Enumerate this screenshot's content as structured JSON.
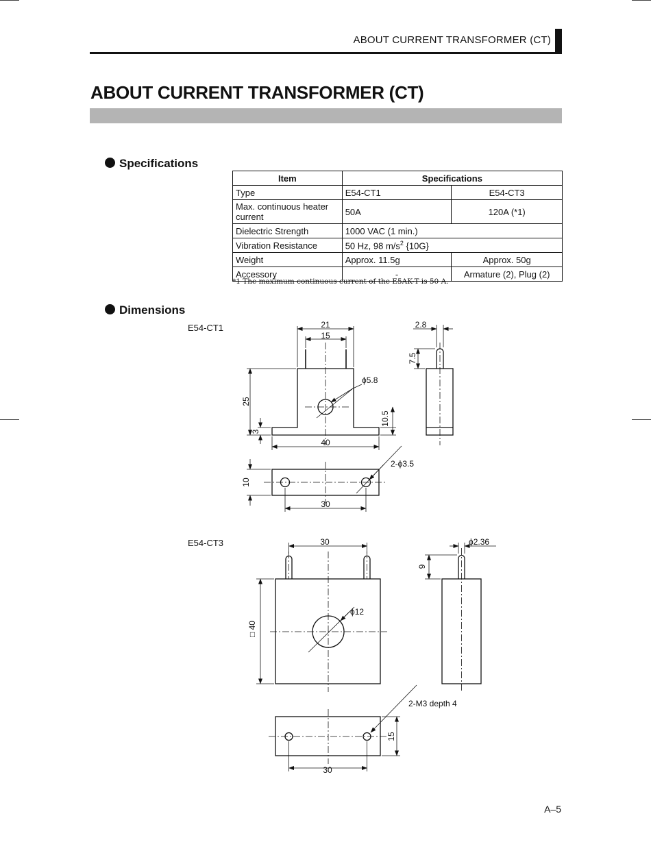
{
  "header": {
    "running_title": "ABOUT CURRENT TRANSFORMER (CT)"
  },
  "page_title": "ABOUT CURRENT TRANSFORMER (CT)",
  "specifications": {
    "heading": "Specifications",
    "col_item": "Item",
    "col_specs": "Specifications",
    "rows": {
      "type": {
        "item": "Type",
        "ct1": "E54-CT1",
        "ct3": "E54-CT3"
      },
      "current": {
        "item": "Max. continuous heater current",
        "ct1": "50A",
        "ct3": "120A (*1)"
      },
      "dielectric": {
        "item": "Dielectric Strength",
        "value": "1000 VAC (1 min.)"
      },
      "vibration": {
        "item": "Vibration Resistance",
        "value_pre": "50 Hz, 98 m/s",
        "value_sup": "2",
        "value_post": " {10G}"
      },
      "weight": {
        "item": "Weight",
        "ct1": "Approx. 11.5g",
        "ct3": "Approx. 50g"
      },
      "accessory": {
        "item": "Accessory",
        "ct1": "-",
        "ct3": "Armature (2), Plug (2)"
      }
    },
    "footnote": "*1 The maximum continuous current of the E5AK-T is 50 A."
  },
  "dimensions": {
    "heading": "Dimensions",
    "ct1": {
      "label": "E54-CT1",
      "d_21": "21",
      "d_15": "15",
      "d_phi58": "ϕ5.8",
      "d_25": "25",
      "d_3": "3",
      "d_105": "10.5",
      "d_40": "40",
      "d_28": "2.8",
      "d_75": "7.5",
      "d_10": "10",
      "d_30": "30",
      "d_2phi35": "2-ϕ3.5"
    },
    "ct3": {
      "label": "E54-CT3",
      "d_30_top": "30",
      "d_phi236": "ϕ2.36",
      "d_9": "9",
      "d_sq40": "□ 40",
      "d_phi12": "ϕ12",
      "d_m3": "2-M3 depth 4",
      "d_15": "15",
      "d_30_bottom": "30"
    }
  },
  "page_number": "A–5"
}
